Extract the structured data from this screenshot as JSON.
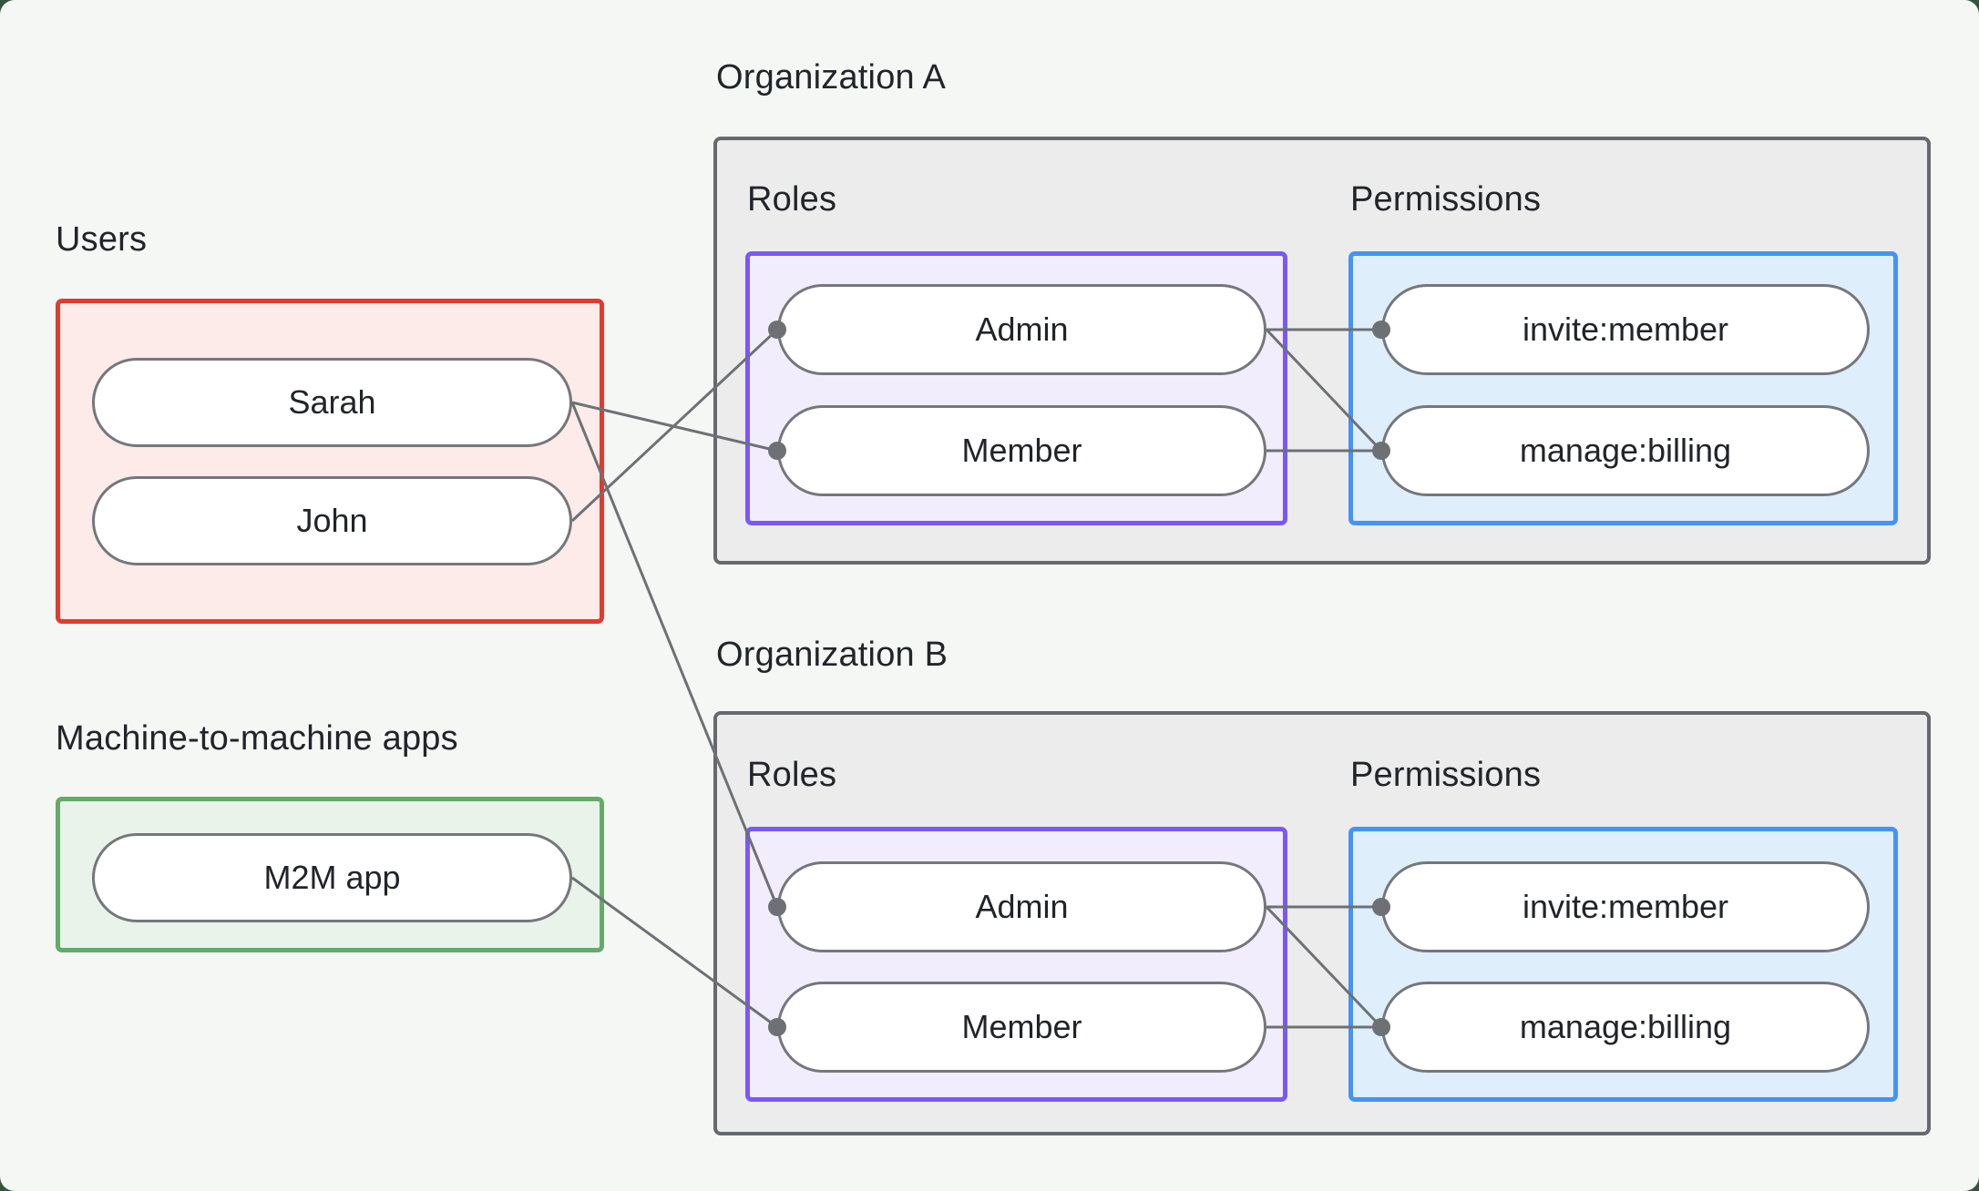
{
  "palette": {
    "page_bg": "#34543f",
    "canvas_bg": "#f4f7f4",
    "panel_fill": "#ececec",
    "panel_border": "#66696d",
    "users_fill": "#fcebe9",
    "users_border": "#df3b30",
    "m2m_fill": "#e9f3e9",
    "m2m_border": "#65aa68",
    "roles_fill": "#f2edfd",
    "roles_border": "#7a58f8",
    "permissions_fill": "#deeefb",
    "permissions_border": "#4493f7",
    "pill_fill": "#ffffff",
    "pill_border": "#74777b",
    "line": "#6d7175",
    "text": "#212429"
  },
  "groups": {
    "users": {
      "label": "Users",
      "items": [
        "Sarah",
        "John"
      ]
    },
    "m2m": {
      "label": "Machine-to-machine apps",
      "items": [
        "M2M app"
      ]
    }
  },
  "organizations": [
    {
      "title": "Organization A",
      "roles_label": "Roles",
      "permissions_label": "Permissions",
      "roles": [
        "Admin",
        "Member"
      ],
      "permissions": [
        "invite:member",
        "manage:billing"
      ]
    },
    {
      "title": "Organization B",
      "roles_label": "Roles",
      "permissions_label": "Permissions",
      "roles": [
        "Admin",
        "Member"
      ],
      "permissions": [
        "invite:member",
        "manage:billing"
      ]
    }
  ],
  "edges": [
    {
      "from": "users.sarah",
      "to": "orgA.role.member"
    },
    {
      "from": "users.john",
      "to": "orgA.role.admin"
    },
    {
      "from": "users.sarah",
      "to": "orgB.role.admin"
    },
    {
      "from": "m2m.app",
      "to": "orgB.role.member"
    },
    {
      "from": "orgA.role.admin",
      "to": "orgA.perm.invite"
    },
    {
      "from": "orgA.role.admin",
      "to": "orgA.perm.billing"
    },
    {
      "from": "orgA.role.member",
      "to": "orgA.perm.billing"
    },
    {
      "from": "orgB.role.admin",
      "to": "orgB.perm.invite"
    },
    {
      "from": "orgB.role.admin",
      "to": "orgB.perm.billing"
    },
    {
      "from": "orgB.role.member",
      "to": "orgB.perm.billing"
    }
  ]
}
